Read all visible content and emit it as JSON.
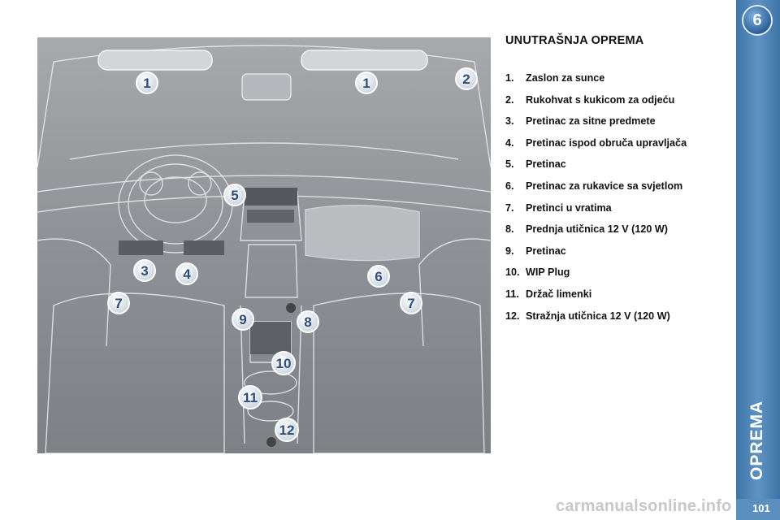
{
  "section_title": "UNUTRAŠNJA OPREMA",
  "items": [
    {
      "num": "1.",
      "label": "Zaslon za sunce"
    },
    {
      "num": "2.",
      "label": "Rukohvat s kukicom za odjeću"
    },
    {
      "num": "3.",
      "label": "Pretinac za sitne predmete"
    },
    {
      "num": "4.",
      "label": "Pretinac ispod obruča upravljača"
    },
    {
      "num": "5.",
      "label": "Pretinac"
    },
    {
      "num": "6.",
      "label": "Pretinac za rukavice sa svjetlom"
    },
    {
      "num": "7.",
      "label": "Pretinci u vratima"
    },
    {
      "num": "8.",
      "label": "Prednja utičnica 12 V (120 W)"
    },
    {
      "num": "9.",
      "label": "Pretinac"
    },
    {
      "num": "10.",
      "label": "WIP Plug"
    },
    {
      "num": "11.",
      "label": "Držač limenki"
    },
    {
      "num": "12.",
      "label": "Stražnja utičnica 12 V (120 W)"
    }
  ],
  "callouts": {
    "c1a": "1",
    "c1b": "1",
    "c2": "2",
    "c3": "3",
    "c4": "4",
    "c5": "5",
    "c6": "6",
    "c7a": "7",
    "c7b": "7",
    "c8": "8",
    "c9": "9",
    "c10": "10",
    "c11": "11",
    "c12": "12"
  },
  "chapter_number": "6",
  "chapter_label": "OPREMA",
  "page_number": "101",
  "watermark": "carmanualsonline.info",
  "colors": {
    "sidebar": "#4a80b4",
    "illustration_bg": "#8d9094",
    "callout_text": "#2f4e7a"
  }
}
